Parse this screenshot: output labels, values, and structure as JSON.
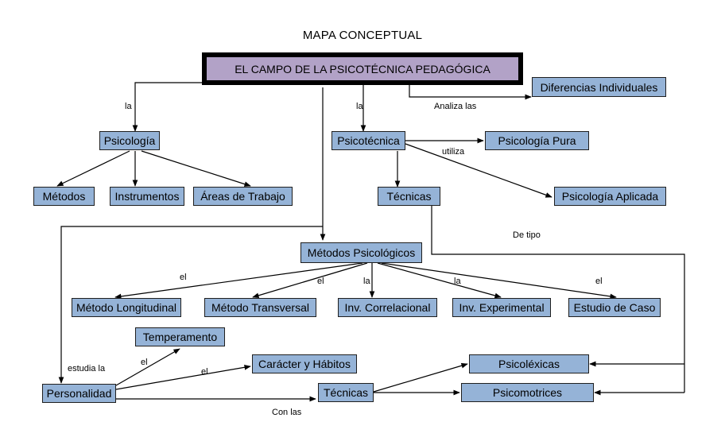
{
  "title": "MAPA CONCEPTUAL",
  "main_node": "EL CAMPO DE LA PSICOTÉCNICA PEDAGÓGICA",
  "nodes": {
    "diferencias": "Diferencias Individuales",
    "psicologia": "Psicología",
    "psicotecnica": "Psicotécnica",
    "psicologia_pura": "Psicología  Pura",
    "metodos": "Métodos",
    "instrumentos": "Instrumentos",
    "areas": "Áreas de Trabajo",
    "tecnicas": "Técnicas",
    "psicologia_aplicada": "Psicología Aplicada",
    "metodos_psicologicos": "Métodos Psicológicos",
    "longitudinal": "Método Longitudinal",
    "transversal": "Método Transversal",
    "correlacional": "Inv. Correlacional",
    "experimental": "Inv.  Experimental",
    "caso": "Estudio de Caso",
    "temperamento": "Temperamento",
    "caracter": "Carácter  y Hábitos",
    "personalidad": "Personalidad",
    "tecnicas2": "Técnicas",
    "psicolexicas": "Psicoléxicas",
    "psicomotrices": "Psicomotrices"
  },
  "labels": {
    "la1": "la",
    "la2": "la",
    "analiza": "Analiza las",
    "utiliza": "utiliza",
    "de_tipo": "De tipo",
    "el1": "el",
    "el2": "el",
    "la3": "la",
    "la4": "la",
    "el3": "el",
    "estudia": "estudia la",
    "el4": "el",
    "el5": "el",
    "con_las": "Con las"
  }
}
